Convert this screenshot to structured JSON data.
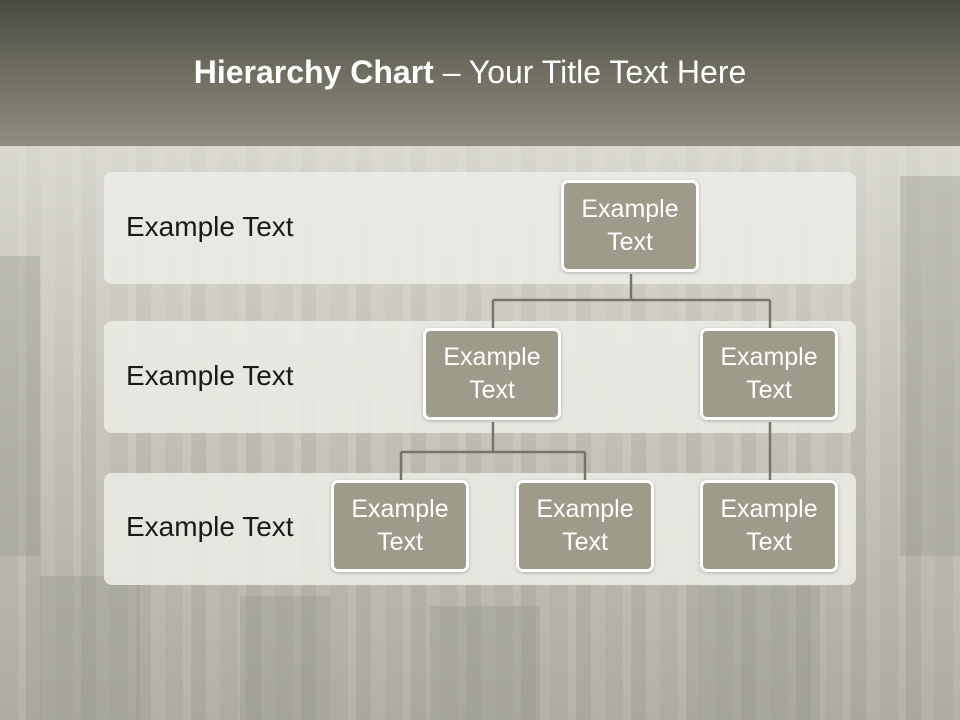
{
  "title": {
    "bold": "Hierarchy Chart",
    "rest": " – Your Title Text Here"
  },
  "levels": [
    {
      "label": "Example Text"
    },
    {
      "label": "Example Text"
    },
    {
      "label": "Example Text"
    }
  ],
  "nodes": {
    "root": "Example Text",
    "left": "Example Text",
    "right": "Example Text",
    "left_child_1": "Example Text",
    "left_child_2": "Example Text",
    "right_child_1": "Example Text"
  },
  "colors": {
    "header": "#6c6b5e",
    "node": "#9e9b8a",
    "connector": "#77756a",
    "band": "#ecece6"
  }
}
